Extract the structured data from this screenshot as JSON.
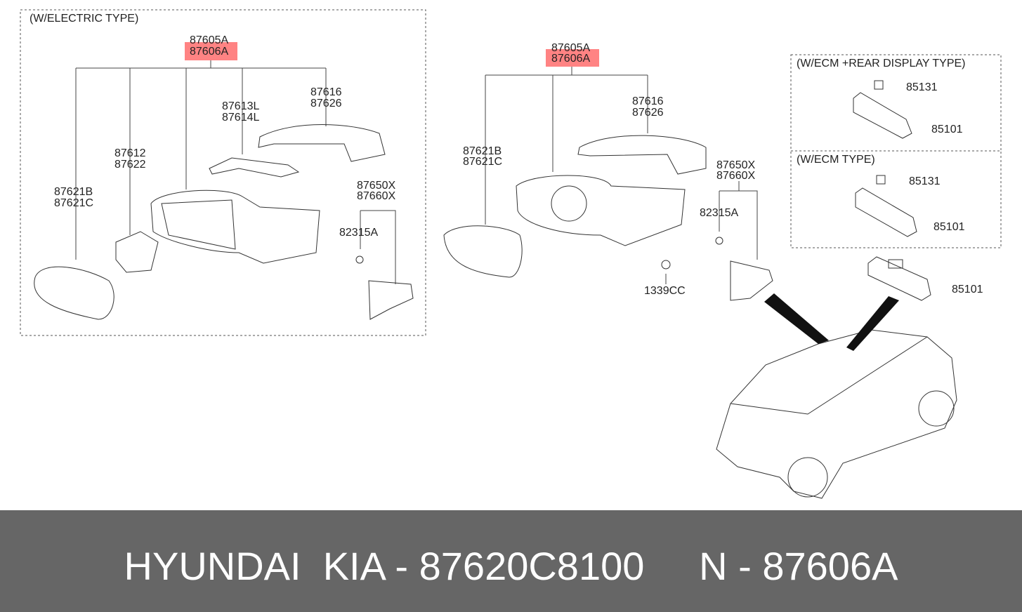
{
  "left_panel": {
    "title": "(W/ELECTRIC TYPE)",
    "main_part": [
      "87605A",
      "87606A"
    ],
    "cover": [
      "87616",
      "87626"
    ],
    "lamp": [
      "87613L",
      "87614L"
    ],
    "actuator": [
      "87612",
      "87622"
    ],
    "glass": [
      "87621B",
      "87621C"
    ],
    "cover_inner": [
      "87650X",
      "87660X"
    ],
    "clip": "82315A"
  },
  "middle": {
    "main_part": [
      "87605A",
      "87606A"
    ],
    "cover": [
      "87616",
      "87626"
    ],
    "glass": [
      "87621B",
      "87621C"
    ],
    "cover_inner": [
      "87650X",
      "87660X"
    ],
    "clip": "82315A",
    "nut": "1339CC"
  },
  "ecm_rear": {
    "title": "(W/ECM +REAR DISPLAY TYPE)",
    "cover": "85131",
    "mirror": "85101"
  },
  "ecm": {
    "title": "(W/ECM TYPE)",
    "cover": "85131",
    "mirror": "85101"
  },
  "inside_mirror": "85101",
  "highlight_color": "#ff8080",
  "footer": {
    "text": "HYUNDAI  KIA - 87620C8100     N - 87606A"
  }
}
